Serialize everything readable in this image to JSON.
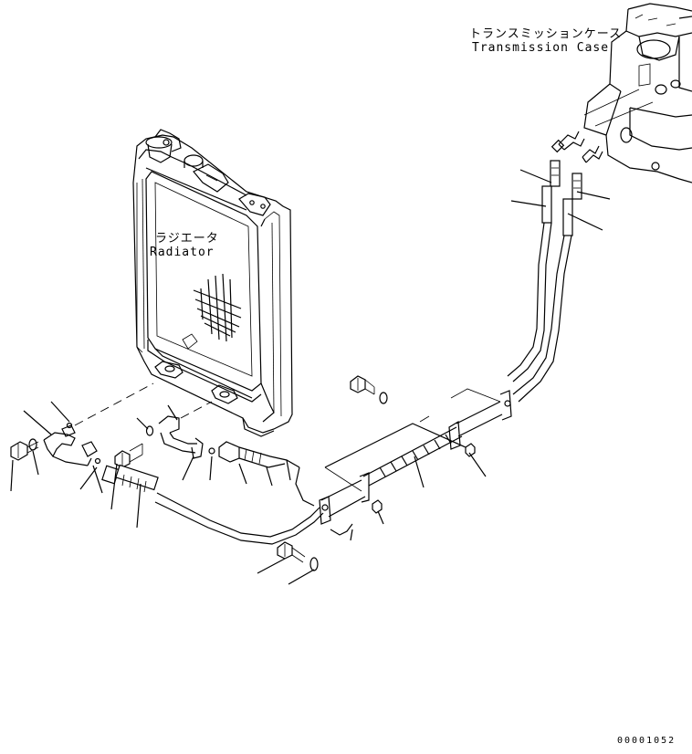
{
  "labels": {
    "transmission_case_jp": "トランスミッションケース",
    "transmission_case_en": "Transmission Case",
    "radiator_jp": "ラジエータ",
    "radiator_en": "Radiator"
  },
  "document_number": "00001052"
}
